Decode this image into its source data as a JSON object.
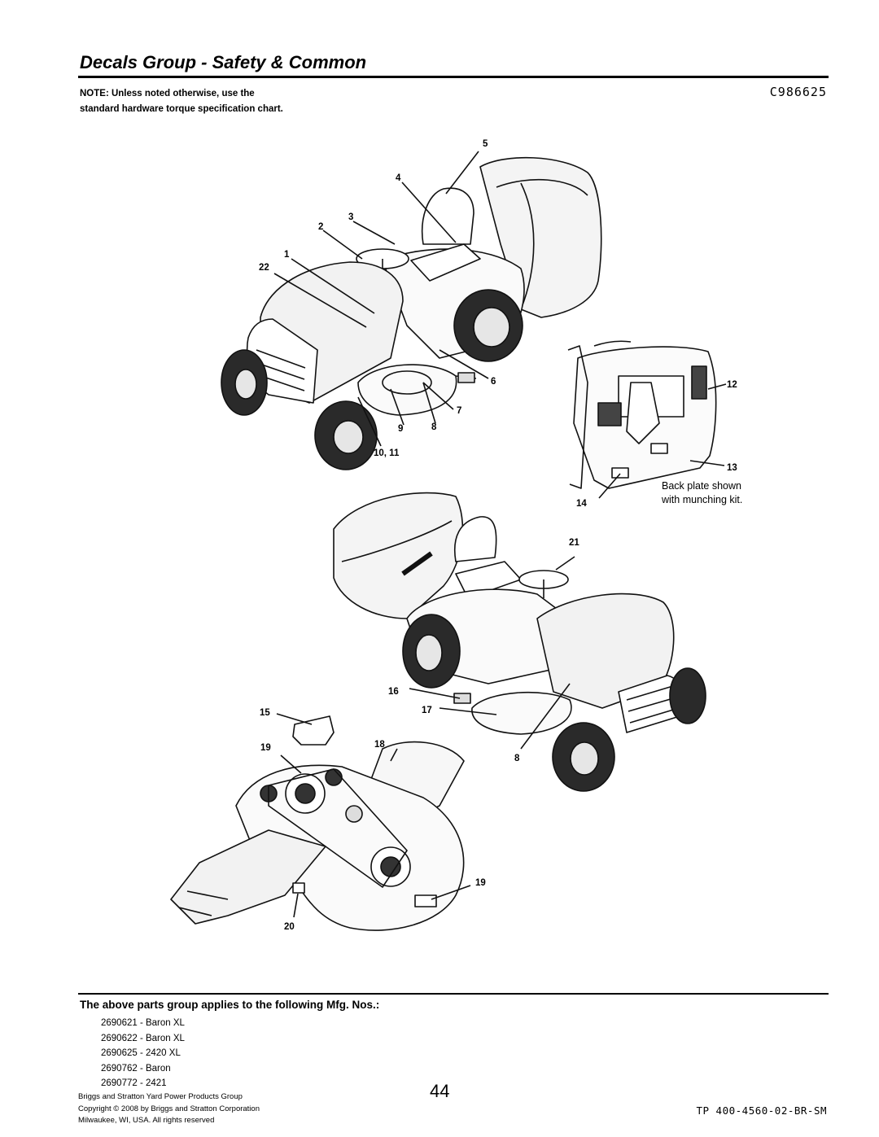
{
  "header": {
    "title": "Decals Group - Safety & Common",
    "note": "NOTE: Unless noted otherwise, use the standard hardware torque specification chart.",
    "figure_number": "C986625"
  },
  "illustration": {
    "callouts": {
      "c5": "5",
      "c4": "4",
      "c3": "3",
      "c2": "2",
      "c1": "1",
      "c22": "22",
      "c6": "6",
      "c7": "7",
      "c8a": "8",
      "c9": "9",
      "c10_11": "10, 11",
      "c12": "12",
      "c13": "13",
      "c14": "14",
      "c21": "21",
      "c16": "16",
      "c17": "17",
      "c15": "15",
      "c18": "18",
      "c19a": "19",
      "c8b": "8",
      "c19b": "19",
      "c20": "20"
    },
    "inset_caption_line1": "Back plate shown",
    "inset_caption_line2": "with munching kit."
  },
  "applies": {
    "heading": "The above parts group applies to the following Mfg. Nos.:",
    "models": [
      "2690621 - Baron XL",
      "2690622 - Baron XL",
      "2690625 - 2420 XL",
      "2690762 - Baron",
      "2690772 - 2421"
    ]
  },
  "footer": {
    "line1": "Briggs and Stratton Yard Power Products Group",
    "line2": "Copyright © 2008 by Briggs and Stratton Corporation",
    "line3": "Milwaukee, WI, USA. All rights reserved",
    "page_number": "44",
    "doc_number": "TP 400-4560-02-BR-SM"
  }
}
